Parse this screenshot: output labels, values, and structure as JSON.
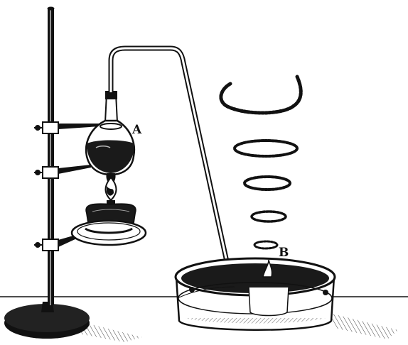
{
  "labels": {
    "a": "A",
    "b": "B"
  },
  "colors": {
    "ink": "#111111",
    "paper": "#ffffff",
    "liquid": "#1a1a1a"
  },
  "parts": [
    "retort-stand",
    "flask",
    "spirit-lamp",
    "delivery-tube",
    "water-trough",
    "smoke-rings"
  ]
}
